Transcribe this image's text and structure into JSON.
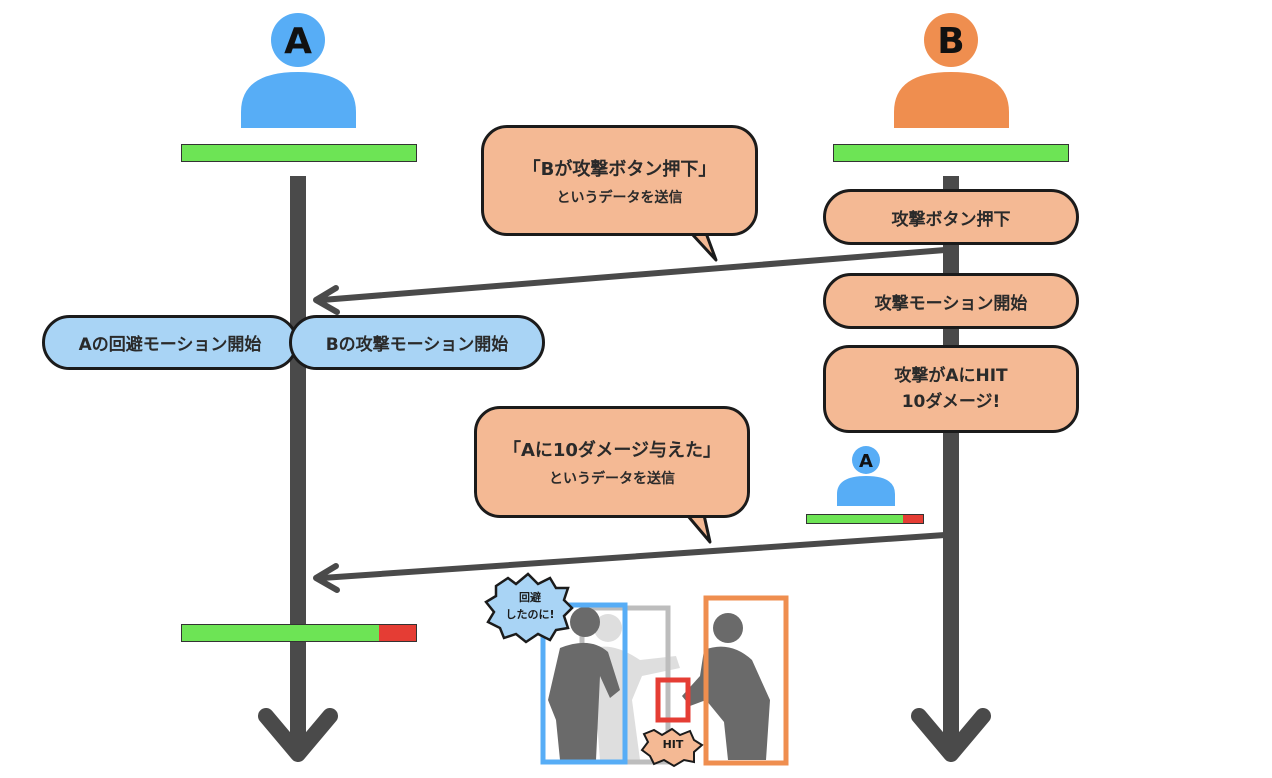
{
  "actors": {
    "a": {
      "letter": "A",
      "color": "#57adf6",
      "hp": 1.0,
      "hp_after": 0.84
    },
    "b": {
      "letter": "B",
      "color": "#ef8e4f",
      "hp": 1.0
    }
  },
  "colors": {
    "hp_fill": "#6de455",
    "hp_damage": "#e53d34",
    "lifeline": "#4a4a4a",
    "orange_box": "#f4b994",
    "blue_box": "#a9d4f5"
  },
  "a_side": {
    "evade_start": "Aの回避モーション開始",
    "b_attack_start": "Bの攻撃モーション開始"
  },
  "b_side": {
    "button_press": "攻撃ボタン押下",
    "attack_motion": "攻撃モーション開始",
    "hit_line1": "攻撃がAにHIT",
    "hit_line2": "10ダメージ!"
  },
  "bubbles": {
    "send1_main": "「Bが攻撃ボタン押下」",
    "send1_sub": "というデータを送信",
    "send2_main": "「Aに10ダメージ与えた」",
    "send2_sub": "というデータを送信"
  },
  "mini_avatar": {
    "letter": "A",
    "hp": 0.83
  },
  "illustration": {
    "shout_line1": "回避",
    "shout_line2": "したのに!",
    "hit_label": "HIT"
  }
}
